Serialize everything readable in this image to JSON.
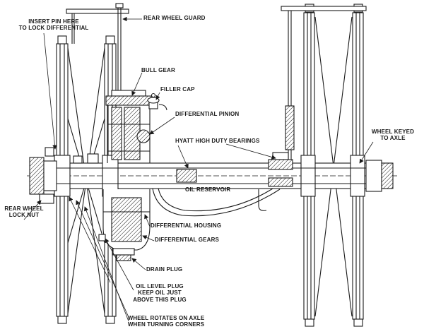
{
  "colors": {
    "ink": "#1a1a1a",
    "paper": "#ffffff"
  },
  "diagram": {
    "labels": {
      "insert_pin": "INSERT PIN HERE\nTO LOCK DIFFERENTIAL",
      "rear_wheel_guard": "REAR WHEEL GUARD",
      "bull_gear": "BULL GEAR",
      "filler_cap": "FILLER CAP",
      "differential_pinion": "DIFFERENTIAL PINION",
      "hyatt_bearings": "HYATT HIGH DUTY BEARINGS",
      "wheel_keyed": "WHEEL KEYED\nTO AXLE",
      "oil_reservoir": "OIL RESERVOIR",
      "rear_wheel_lock_nut": "REAR WHEEL\nLOCK NUT",
      "differential_housing": "DIFFERENTIAL HOUSING",
      "differential_gears": "DIFFERENTIAL GEARS",
      "drain_plug": "DRAIN PLUG",
      "oil_level_plug": "OIL LEVEL PLUG\nKEEP OIL JUST\nABOVE THIS PLUG",
      "wheel_rotates": "WHEEL ROTATES ON AXLE\nWHEN TURNING CORNERS"
    }
  }
}
